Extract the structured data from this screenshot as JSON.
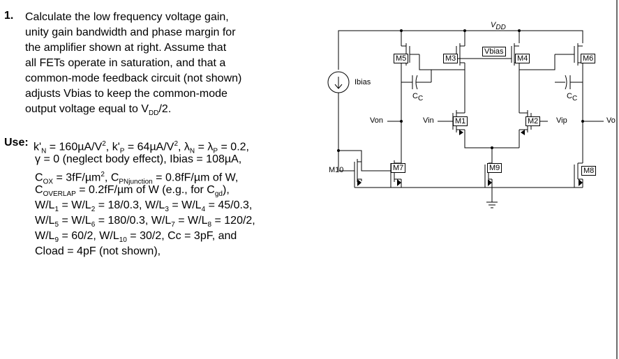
{
  "problem": {
    "number": "1.",
    "lines": [
      "Calculate the low frequency voltage gain,",
      "unity gain bandwidth and phase margin for",
      "the amplifier shown at right. Assume that",
      "all FETs operate in saturation, and that a",
      "common-mode feedback circuit (not shown)",
      "adjusts Vbias to keep the common-mode",
      "output voltage equal to V<sub>DD</sub>/2."
    ]
  },
  "use": {
    "label": "Use:",
    "lines": [
      "k'<sub>N</sub> = 160µA/V<sup>2</sup>, k'<sub>P</sub> = 64µA/V<sup>2</sup>, λ<sub>N</sub> = λ<sub>P</sub> = 0.2,",
      "γ = 0 (neglect body effect), Ibias = 108µA,",
      "C<sub>OX</sub> = 3fF/µm<sup>2</sup>, C<sub>PNjunction</sub> = 0.8fF/µm of W,",
      "C<sub>OVERLAP</sub> = 0.2fF/µm of W (e.g., for C<sub>gd</sub>),",
      "W/L<sub>1</sub> = W/L<sub>2</sub> = 18/0.3, W/L<sub>3</sub> = W/L<sub>4</sub> = 45/0.3,",
      "W/L<sub>5</sub> = W/L<sub>6</sub> = 180/0.3, W/L<sub>7</sub> = W/L<sub>8</sub> = 120/2,",
      "W/L<sub>9</sub> = 60/2, W/L<sub>10</sub> = 30/2, Cc = 3pF, and",
      "Cload = 4pF (not shown),"
    ]
  },
  "circuit": {
    "vdd": "V<sub>DD</sub>",
    "ibias": "Ibias",
    "vbias": "Vbias",
    "von": "Von",
    "vin": "Vin",
    "vip": "Vip",
    "vo": "Vo",
    "cc_left": "C<sub>C</sub>",
    "cc_right": "C<sub>C</sub>",
    "m1": "M1",
    "m2": "M2",
    "m3": "M3",
    "m4": "M4",
    "m5": "M5",
    "m6": "M6",
    "m7": "M7",
    "m8": "M8",
    "m9": "M9",
    "m10": "M10"
  }
}
